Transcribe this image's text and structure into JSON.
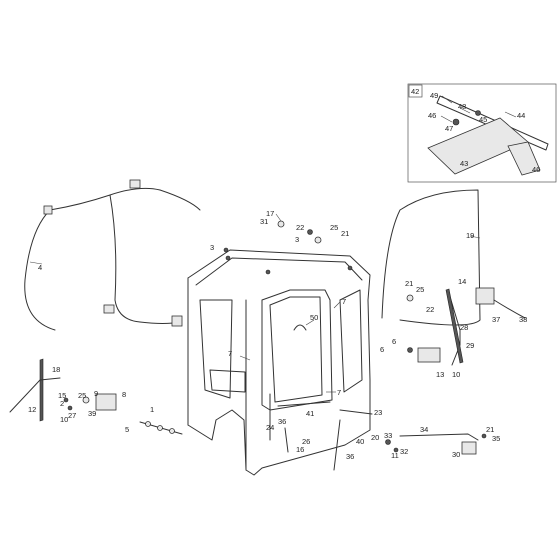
{
  "inset_box_label": "42",
  "callouts": {
    "c17": "17",
    "c31": "31",
    "c22a": "22",
    "c25a": "25",
    "c21a": "21",
    "c3a": "3",
    "c3b": "3",
    "c49": "49",
    "c48": "48",
    "c44": "44",
    "c46a": "46",
    "c45": "45",
    "c47": "47",
    "c43": "43",
    "c46b": "46",
    "c19": "19",
    "c4": "4",
    "c7a": "7",
    "c50": "50",
    "c7b": "7",
    "c21b": "21",
    "c25b": "25",
    "c22b": "22",
    "c14": "14",
    "c28": "28",
    "c37": "37",
    "c38": "38",
    "c6": "6",
    "c6b": "6",
    "c29": "29",
    "c13": "13",
    "c10a": "10",
    "c18": "18",
    "c12": "12",
    "c15": "15",
    "c2": "2",
    "c27": "27",
    "c10b": "10",
    "c25c": "25",
    "c9": "9",
    "c39": "39",
    "c8": "8",
    "c1": "1",
    "c5": "5",
    "c7c": "7",
    "c41": "41",
    "c23": "23",
    "c24": "24",
    "c36a": "36",
    "c26": "26",
    "c16": "16",
    "c20": "20",
    "c33": "33",
    "c32": "32",
    "c11": "11",
    "c40": "40",
    "c36b": "36",
    "c34": "34",
    "c21c": "21",
    "c35": "35",
    "c30": "30"
  }
}
